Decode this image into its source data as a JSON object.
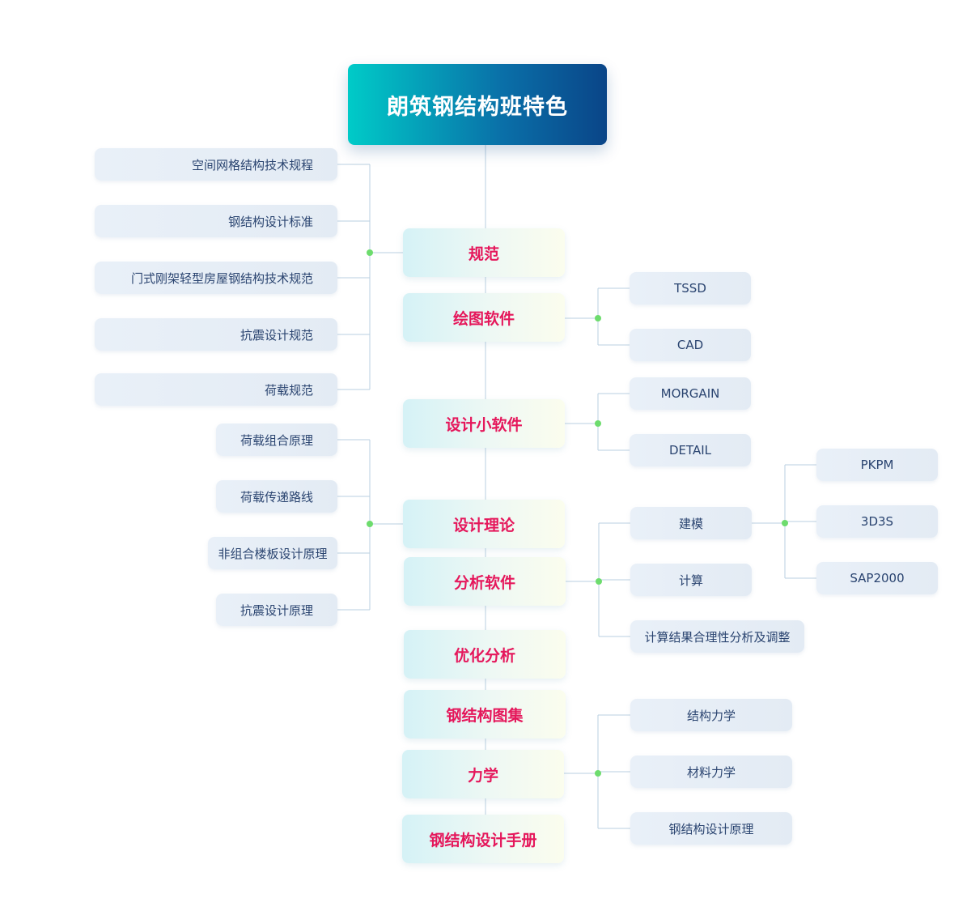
{
  "root": {
    "label": "朗筑钢结构班特色"
  },
  "main_nodes": [
    {
      "label": "规范"
    },
    {
      "label": "绘图软件"
    },
    {
      "label": "设计小软件"
    },
    {
      "label": "设计理论"
    },
    {
      "label": "分析软件"
    },
    {
      "label": "优化分析"
    },
    {
      "label": "钢结构图集"
    },
    {
      "label": "力学"
    },
    {
      "label": "钢结构设计手册"
    }
  ],
  "branches": {
    "guifan": [
      "空间网格结构技术规程",
      "钢结构设计标准",
      "门式刚架轻型房屋钢结构技术规范",
      "抗震设计规范",
      "荷载规范"
    ],
    "huitu": [
      "TSSD",
      "CAD"
    ],
    "xiaoruanjian": [
      "MORGAIN",
      "DETAIL"
    ],
    "lilun": [
      "荷载组合原理",
      "荷载传递路线",
      "非组合楼板设计原理",
      "抗震设计原理"
    ],
    "fenxi": [
      "建模",
      "计算",
      "计算结果合理性分析及调整"
    ],
    "jianmo": [
      "PKPM",
      "3D3S",
      "SAP2000"
    ],
    "lixue": [
      "结构力学",
      "材料力学",
      "钢结构设计原理"
    ]
  },
  "colors": {
    "main_text": "#e5175b",
    "leaf_text": "#2a4470",
    "connector": "#b9cfe0",
    "junction_dot": "#6ddc6d",
    "root_gradient_start": "#00cbc8",
    "root_gradient_end": "#0a4588"
  }
}
